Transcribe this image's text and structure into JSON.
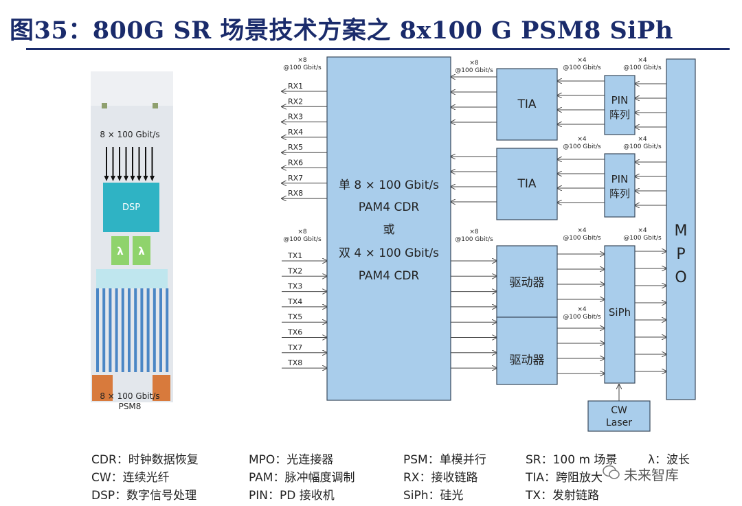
{
  "title": "图35：800G SR 场景技术方案之 8x100 G PSM8 SiPh",
  "module": {
    "top_label": "8 × 100 Gbit/s",
    "chip_label": "DSP",
    "lambda": "λ",
    "bottom_label_1": "8 × 100 Gbit/s",
    "bottom_label_2": "PSM8"
  },
  "rate_x8": "×8",
  "rate_x4": "×4",
  "rate_unit": "@100 Gbit/s",
  "rx_lanes": [
    "RX1",
    "RX2",
    "RX3",
    "RX4",
    "RX5",
    "RX6",
    "RX7",
    "RX8"
  ],
  "tx_lanes": [
    "TX1",
    "TX2",
    "TX3",
    "TX4",
    "TX5",
    "TX6",
    "TX7",
    "TX8"
  ],
  "cdr_block": [
    "单 8 × 100 Gbit/s",
    "PAM4 CDR",
    "或",
    "双 4 × 100 Gbit/s",
    "PAM4 CDR"
  ],
  "tia": "TIA",
  "pin_line1": "PIN",
  "pin_line2": "阵列",
  "driver": "驱动器",
  "siph": "SiPh",
  "mpo": [
    "M",
    "P",
    "O"
  ],
  "cw_line1": "CW",
  "cw_line2": "Laser",
  "legend": [
    [
      "CDR：时钟数据恢复",
      "MPO：光连接器",
      "PSM：单模并行",
      "SR：100 m 场景",
      "λ：波长"
    ],
    [
      "CW：连续光纤",
      "PAM：脉冲幅度调制",
      "RX：接收链路",
      "TIA：跨阻放大"
    ],
    [
      "DSP：数字信号处理",
      "PIN：PD 接收机",
      "SiPh：硅光",
      "TX：发射链路"
    ]
  ],
  "watermark": "未来智库",
  "colors": {
    "block": "#a9cdeb",
    "block_stroke": "#3a4a5c",
    "title": "#1a2b6b",
    "dsp": "#2fb3c4",
    "lambda": "#8fd36c",
    "copper": "#d87a3c"
  }
}
